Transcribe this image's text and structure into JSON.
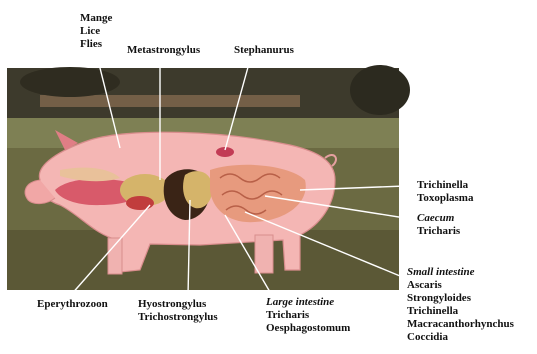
{
  "colors": {
    "background": "#ffffff",
    "photo_sky": "#3d3a2c",
    "photo_grass": "#6b6a42",
    "pig_body": "#f4b6b4",
    "pig_outline": "#d98d8d",
    "intestine": "#e79a7e",
    "stomach": "#d5b46a",
    "liver": "#3a2416",
    "lungs": "#d85a6a",
    "label_text": "#111111",
    "leader_line": "#ffffff"
  },
  "labels": {
    "top_left": [
      "Mange",
      "Lice",
      "Flies"
    ],
    "metastrongylus": "Metastrongylus",
    "stephanurus": "Stephanurus",
    "muscle": [
      "Trichinella",
      "Toxoplasma"
    ],
    "cecum_heading": "Caecum",
    "cecum_items": [
      "Tricharis"
    ],
    "small_intestine_heading": "Small intestine",
    "small_intestine_items": [
      "Ascaris",
      "Strongyloides",
      "Trichinella",
      "Macracanthorhynchus",
      "Coccidia"
    ],
    "blood": "Eperythrozoon",
    "stomach": [
      "Hyostrongylus",
      "Trichostrongylus"
    ],
    "large_intestine_heading": "Large intestine",
    "large_intestine_items": [
      "Tricharis",
      "Oesphagostomum"
    ]
  }
}
